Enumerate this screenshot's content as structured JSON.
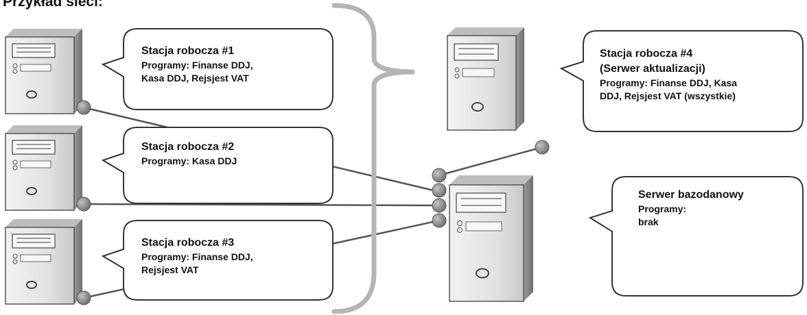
{
  "title": "Przykład sieci:",
  "icons": {
    "computer": "computer-tower-icon",
    "connector": "network-port-icon"
  },
  "colors": {
    "background": "#ffffff",
    "line": "#555555",
    "connector": "#8a8a8a",
    "bubble_border": "#333333",
    "brace": "#b5b5b5",
    "tower": "#a8a8a8"
  },
  "workstations": [
    {
      "title": "Stacja robocza #1",
      "programs": [
        "Programy: Finanse DDJ,",
        "Kasa DDJ, Rejsjest VAT"
      ]
    },
    {
      "title": "Stacja robocza #2",
      "programs": [
        "Programy: Kasa DDJ"
      ]
    },
    {
      "title": "Stacja robocza #3",
      "programs": [
        "Programy: Finanse DDJ,",
        "Rejsjest VAT"
      ]
    },
    {
      "title_lines": [
        "Stacja robocza #4",
        "(Serwer aktualizacji)"
      ],
      "programs": [
        "Programy: Finanse DDJ, Kasa",
        "DDJ, Rejsjest VAT (wszystkie)"
      ]
    }
  ],
  "server": {
    "title": "Serwer bazodanowy",
    "programs": [
      "Programy:",
      "brak"
    ]
  }
}
